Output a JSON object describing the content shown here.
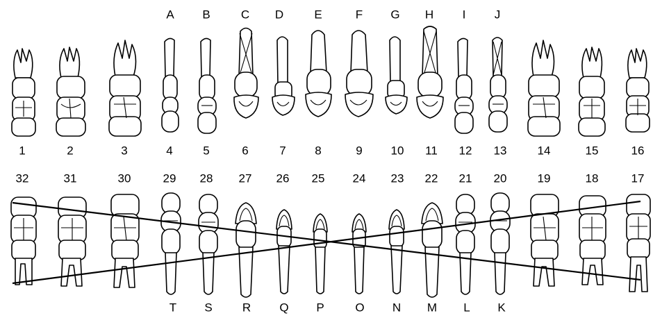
{
  "upper": {
    "letters": [
      "A",
      "B",
      "C",
      "D",
      "E",
      "F",
      "G",
      "H",
      "I",
      "J"
    ],
    "numbers": [
      "1",
      "2",
      "3",
      "4",
      "5",
      "6",
      "7",
      "8",
      "9",
      "10",
      "11",
      "12",
      "13",
      "14",
      "15",
      "16"
    ]
  },
  "lower": {
    "numbers": [
      "32",
      "31",
      "30",
      "29",
      "28",
      "27",
      "26",
      "25",
      "24",
      "23",
      "22",
      "21",
      "20",
      "19",
      "18",
      "17"
    ],
    "letters": [
      "T",
      "S",
      "R",
      "Q",
      "P",
      "O",
      "N",
      "M",
      "L",
      "K"
    ]
  },
  "marks": {
    "upper_crossed_teeth": [
      "6",
      "11",
      "13"
    ],
    "lower_crossed_teeth": [
      "32",
      "17"
    ]
  }
}
